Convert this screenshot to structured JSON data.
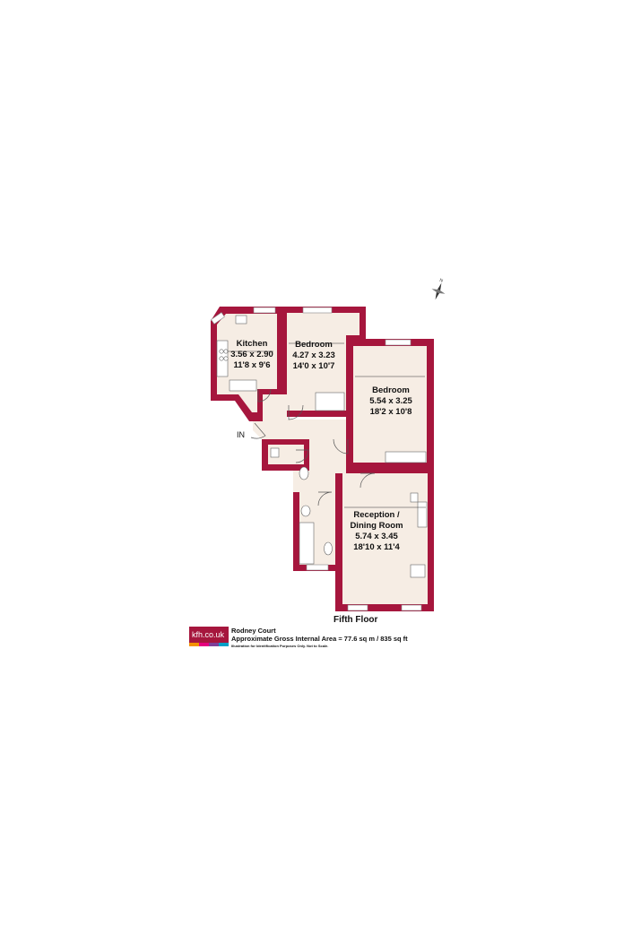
{
  "colors": {
    "wall": "#a6163d",
    "floor": "#f6ede4",
    "fixture": "#ffffff",
    "line": "#444444"
  },
  "icons": {
    "compass": "north-arrow-icon"
  },
  "compass_label": "N",
  "rooms": {
    "kitchen": {
      "name": "Kitchen",
      "metric": "3.56 x 2.90",
      "imperial": "11'8 x 9'6"
    },
    "bedroom1": {
      "name": "Bedroom",
      "metric": "4.27 x 3.23",
      "imperial": "14'0 x 10'7"
    },
    "bedroom2": {
      "name": "Bedroom",
      "metric": "5.54 x 3.25",
      "imperial": "18'2 x 10'8"
    },
    "reception": {
      "name_line1": "Reception /",
      "name_line2": "Dining Room",
      "metric": "5.74 x 3.45",
      "imperial": "18'10 x 11'4"
    }
  },
  "entrance_label": "IN",
  "floor_label": "Fifth Floor",
  "caption": {
    "logo": "kfh.co.uk",
    "logo_colors": [
      "#f39200",
      "#e6007e",
      "#7d3f98",
      "#00a0c6"
    ],
    "property": "Rodney Court",
    "area": "Approximate Gross Internal Area = 77.6 sq m / 835 sq ft",
    "disclaimer": "Illustration for Identification Purposes Only. Not to Scale."
  }
}
